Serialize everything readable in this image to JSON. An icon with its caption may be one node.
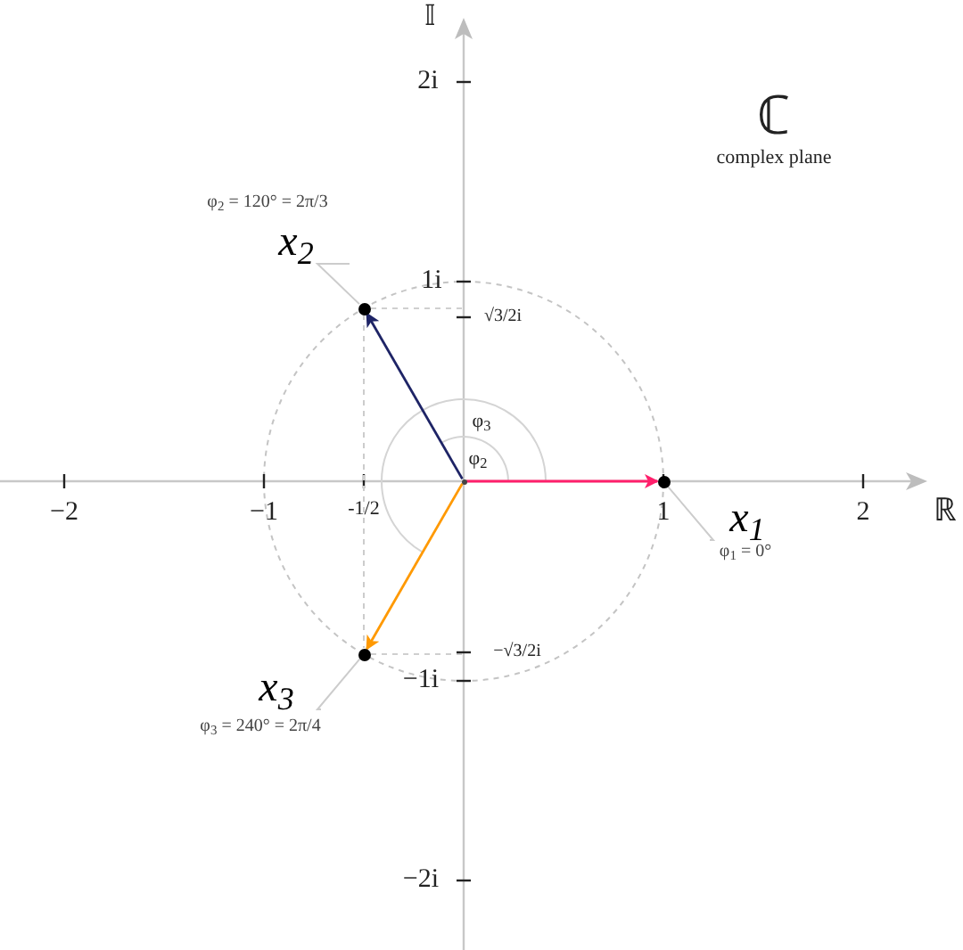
{
  "diagram": {
    "nodes": [
      {
        "text": [
          "x$_{2}$"
        ],
        "beside": [
          "φ$_{2}$ = 120° = 2π/3"
        ]
      },
      {
        "text": [],
        "shape": "circle"
      },
      {
        "text": [],
        "shape": "point"
      },
      {
        "text": [],
        "shape": "circle"
      },
      {
        "text": [
          "x$_{1}$"
        ],
        "beside": [
          "φ$_{1}$ = 0°"
        ]
      },
      {
        "text": [],
        "shape": "circle"
      },
      {
        "text": [
          "x$_{3}$"
        ],
        "beside": [
          "φ$_{3}$ = 240° = 2π/4"
        ]
      }
    ],
    "edges": [
      {
        "from": 2,
        "to": 3,
        "arrow": "to",
        "color": "#ff1f6b"
      },
      {
        "from": 2,
        "to": 1,
        "arrow": "to",
        "color": "#1e2466"
      },
      {
        "from": 2,
        "to": 5,
        "arrow": "to",
        "color": "#ff9900"
      },
      {
        "from": 4,
        "to": 3,
        "arrow": "none"
      },
      {
        "from": 0,
        "to": 1,
        "arrow": "none"
      },
      {
        "from": 6,
        "to": 5,
        "arrow": "none"
      },
      {
        "from": 1,
        "to": 5,
        "arrow": "none",
        "style": "dashed"
      }
    ],
    "labels": [
      "𝕀",
      "2i",
      "ℂ",
      "complex plane",
      "1i",
      "√3/2i",
      "φ$_{3}$",
      "φ$_{2}$",
      "−2",
      "−1",
      "-1/2",
      "1",
      "2",
      "ℝ",
      "−√3/2i",
      "−1i",
      "−2i"
    ]
  }
}
